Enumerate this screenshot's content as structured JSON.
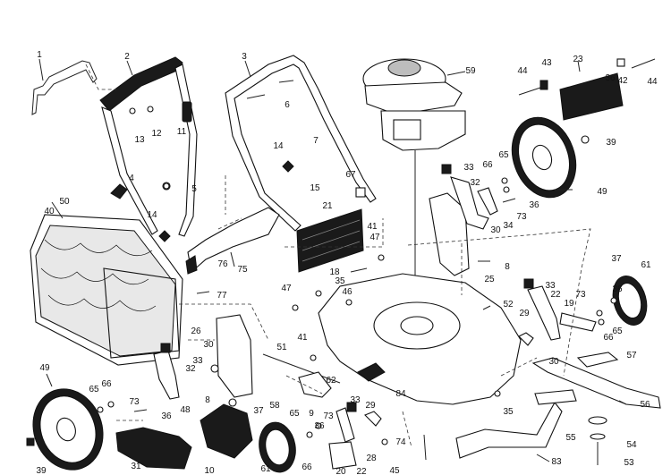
{
  "diagram": {
    "callouts": [
      {
        "id": "c1",
        "text": "1"
      },
      {
        "id": "c2",
        "text": "2"
      },
      {
        "id": "c3",
        "text": "3"
      },
      {
        "id": "c6",
        "text": "6"
      },
      {
        "id": "c13",
        "text": "13"
      },
      {
        "id": "c12",
        "text": "12"
      },
      {
        "id": "c11",
        "text": "11"
      },
      {
        "id": "c7",
        "text": "7"
      },
      {
        "id": "c59",
        "text": "59"
      },
      {
        "id": "c44a",
        "text": "44"
      },
      {
        "id": "c43",
        "text": "43"
      },
      {
        "id": "c23",
        "text": "23"
      },
      {
        "id": "c36a",
        "text": "36"
      },
      {
        "id": "c42",
        "text": "42"
      },
      {
        "id": "c44b",
        "text": "44"
      },
      {
        "id": "c14a",
        "text": "14"
      },
      {
        "id": "c4",
        "text": "4"
      },
      {
        "id": "c5",
        "text": "5"
      },
      {
        "id": "c33a",
        "text": "33"
      },
      {
        "id": "c66a",
        "text": "66"
      },
      {
        "id": "c65a",
        "text": "65"
      },
      {
        "id": "c39a",
        "text": "39"
      },
      {
        "id": "c67",
        "text": "67"
      },
      {
        "id": "c32a",
        "text": "32"
      },
      {
        "id": "c50",
        "text": "50"
      },
      {
        "id": "c40",
        "text": "40"
      },
      {
        "id": "c15",
        "text": "15"
      },
      {
        "id": "c21",
        "text": "21"
      },
      {
        "id": "c14b",
        "text": "14"
      },
      {
        "id": "c36b",
        "text": "36"
      },
      {
        "id": "c73a",
        "text": "73"
      },
      {
        "id": "c34",
        "text": "34"
      },
      {
        "id": "c30a",
        "text": "30"
      },
      {
        "id": "c49a",
        "text": "49"
      },
      {
        "id": "c41a",
        "text": "41"
      },
      {
        "id": "c47a",
        "text": "47"
      },
      {
        "id": "c76",
        "text": "76"
      },
      {
        "id": "c75",
        "text": "75"
      },
      {
        "id": "c18",
        "text": "18"
      },
      {
        "id": "c8a",
        "text": "8"
      },
      {
        "id": "c25",
        "text": "25"
      },
      {
        "id": "c37a",
        "text": "37"
      },
      {
        "id": "c61a",
        "text": "61"
      },
      {
        "id": "c35a",
        "text": "35"
      },
      {
        "id": "c47b",
        "text": "47"
      },
      {
        "id": "c46",
        "text": "46"
      },
      {
        "id": "c77",
        "text": "77"
      },
      {
        "id": "c33b",
        "text": "33"
      },
      {
        "id": "c22",
        "text": "22"
      },
      {
        "id": "c36c",
        "text": "36"
      },
      {
        "id": "c73b",
        "text": "73"
      },
      {
        "id": "c52",
        "text": "52"
      },
      {
        "id": "c29",
        "text": "29"
      },
      {
        "id": "c19",
        "text": "19"
      },
      {
        "id": "c65b",
        "text": "65"
      },
      {
        "id": "c66b",
        "text": "66"
      },
      {
        "id": "c26",
        "text": "26"
      },
      {
        "id": "c30b",
        "text": "30"
      },
      {
        "id": "c51",
        "text": "51"
      },
      {
        "id": "c41b",
        "text": "41"
      },
      {
        "id": "c33c",
        "text": "33"
      },
      {
        "id": "c32b",
        "text": "32"
      },
      {
        "id": "c30c",
        "text": "30"
      },
      {
        "id": "c57",
        "text": "57"
      },
      {
        "id": "c49b",
        "text": "49"
      },
      {
        "id": "c65c",
        "text": "65"
      },
      {
        "id": "c66c",
        "text": "66"
      },
      {
        "id": "c73c",
        "text": "73"
      },
      {
        "id": "c36d",
        "text": "36"
      },
      {
        "id": "c48",
        "text": "48"
      },
      {
        "id": "c8b",
        "text": "8"
      },
      {
        "id": "c62",
        "text": "62"
      },
      {
        "id": "c84",
        "text": "84"
      },
      {
        "id": "c35b",
        "text": "35"
      },
      {
        "id": "c56",
        "text": "56"
      },
      {
        "id": "c33d",
        "text": "33"
      },
      {
        "id": "c58",
        "text": "58"
      },
      {
        "id": "c9",
        "text": "9"
      },
      {
        "id": "c37b",
        "text": "37"
      },
      {
        "id": "c65d",
        "text": "65"
      },
      {
        "id": "c36e",
        "text": "36"
      },
      {
        "id": "c73d",
        "text": "73"
      },
      {
        "id": "c29b",
        "text": "29"
      },
      {
        "id": "c74",
        "text": "74"
      },
      {
        "id": "c55",
        "text": "55"
      },
      {
        "id": "c54",
        "text": "54"
      },
      {
        "id": "c39b",
        "text": "39"
      },
      {
        "id": "c31",
        "text": "31"
      },
      {
        "id": "c10",
        "text": "10"
      },
      {
        "id": "c61b",
        "text": "61"
      },
      {
        "id": "c66d",
        "text": "66"
      },
      {
        "id": "c20",
        "text": "20"
      },
      {
        "id": "c22b",
        "text": "22"
      },
      {
        "id": "c45",
        "text": "45"
      },
      {
        "id": "c28",
        "text": "28"
      },
      {
        "id": "c83",
        "text": "83"
      },
      {
        "id": "c53",
        "text": "53"
      }
    ]
  }
}
